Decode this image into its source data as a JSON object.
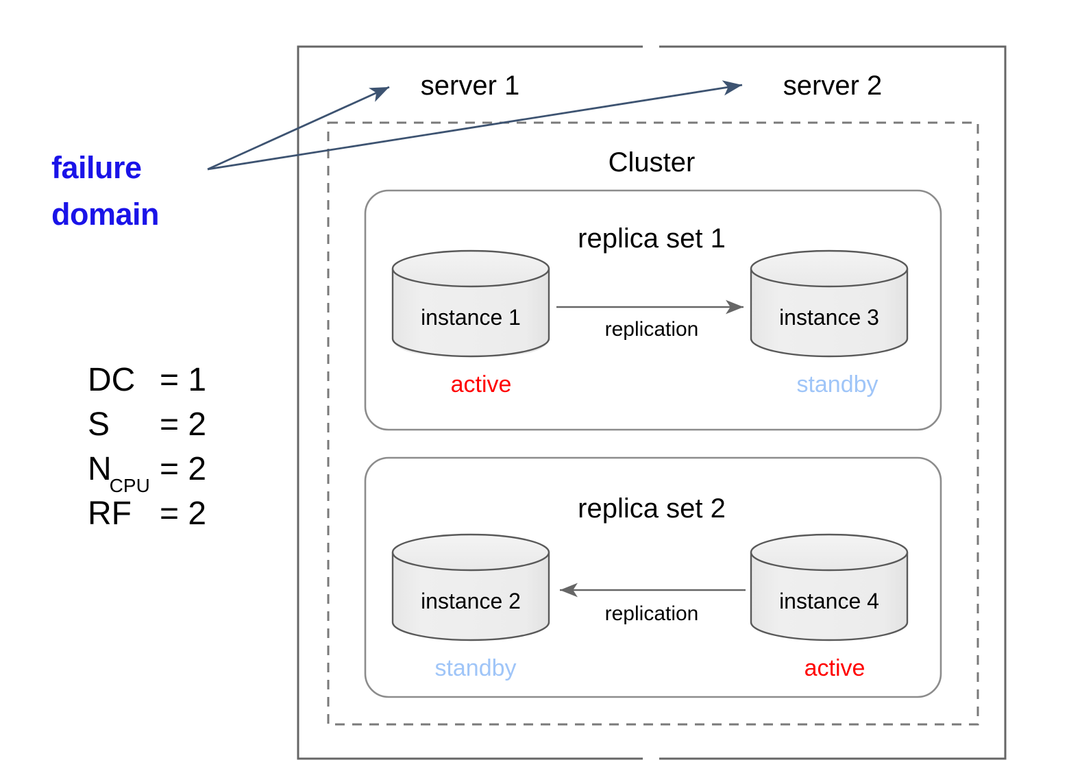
{
  "diagram": {
    "title_annotation": {
      "line1": "failure",
      "line2": "domain",
      "color": "#1a13e8"
    },
    "parameters": [
      {
        "name": "DC",
        "sub": "",
        "eq": "=",
        "value": "1"
      },
      {
        "name": "S",
        "sub": "",
        "eq": "=",
        "value": "2"
      },
      {
        "name": "N",
        "sub": "CPU",
        "eq": "=",
        "value": "2"
      },
      {
        "name": "RF",
        "sub": "",
        "eq": "=",
        "value": "2"
      }
    ],
    "servers": [
      {
        "label": "server 1"
      },
      {
        "label": "server 2"
      }
    ],
    "cluster": {
      "label": "Cluster",
      "replica_sets": [
        {
          "label": "replica set 1",
          "left_instance": {
            "label": "instance 1",
            "state": "active",
            "state_color": "#ff0000"
          },
          "right_instance": {
            "label": "instance 3",
            "state": "standby",
            "state_color": "#9fc5f8"
          },
          "edge": {
            "label": "replication",
            "direction": "right"
          }
        },
        {
          "label": "replica set 2",
          "left_instance": {
            "label": "instance 2",
            "state": "standby",
            "state_color": "#9fc5f8"
          },
          "right_instance": {
            "label": "instance 4",
            "state": "active",
            "state_color": "#ff0000"
          },
          "edge": {
            "label": "replication",
            "direction": "left"
          }
        }
      ]
    },
    "colors": {
      "box_stroke": "#666666",
      "dashed_stroke": "#7a7a7a",
      "cylinder_fill": "#ececec",
      "cylinder_stroke": "#595959",
      "arrow_stroke": "#3d5371",
      "edge_stroke": "#666666"
    }
  }
}
